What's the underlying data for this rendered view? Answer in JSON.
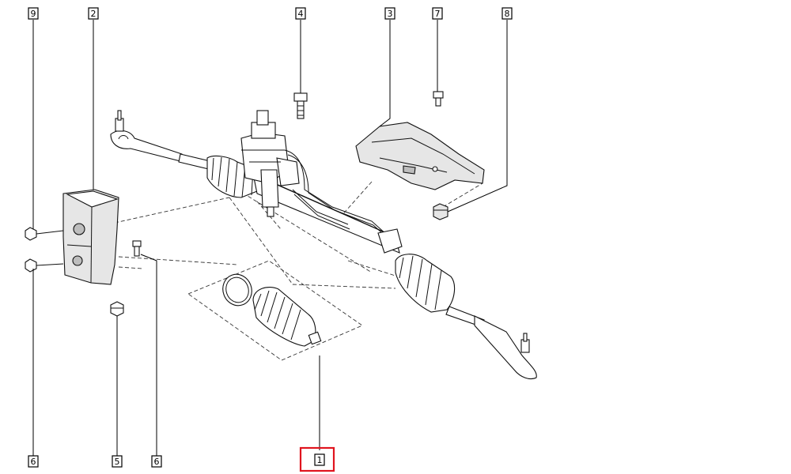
{
  "callouts": [
    {
      "id": "c9a",
      "label": "9"
    },
    {
      "id": "c2",
      "label": "2"
    },
    {
      "id": "c4",
      "label": "4"
    },
    {
      "id": "c3",
      "label": "3"
    },
    {
      "id": "c7",
      "label": "7"
    },
    {
      "id": "c8",
      "label": "8"
    },
    {
      "id": "c6a",
      "label": "6"
    },
    {
      "id": "c5",
      "label": "5"
    },
    {
      "id": "c6b",
      "label": "6"
    },
    {
      "id": "c1",
      "label": "1"
    }
  ],
  "colors": {
    "highlight": "#e0141e",
    "line": "#111111",
    "fill_light": "#e6e6e6",
    "fill_dark": "#bdbdbd"
  },
  "icons": {
    "tie_rod_end": "tie-rod-end-icon",
    "bellows_boot": "bellows-boot-icon",
    "clamp_ring": "clamp-ring-icon",
    "heat_shield": "heat-shield-icon",
    "bracket": "bracket-icon",
    "bolt": "bolt-icon",
    "nut": "nut-icon"
  }
}
